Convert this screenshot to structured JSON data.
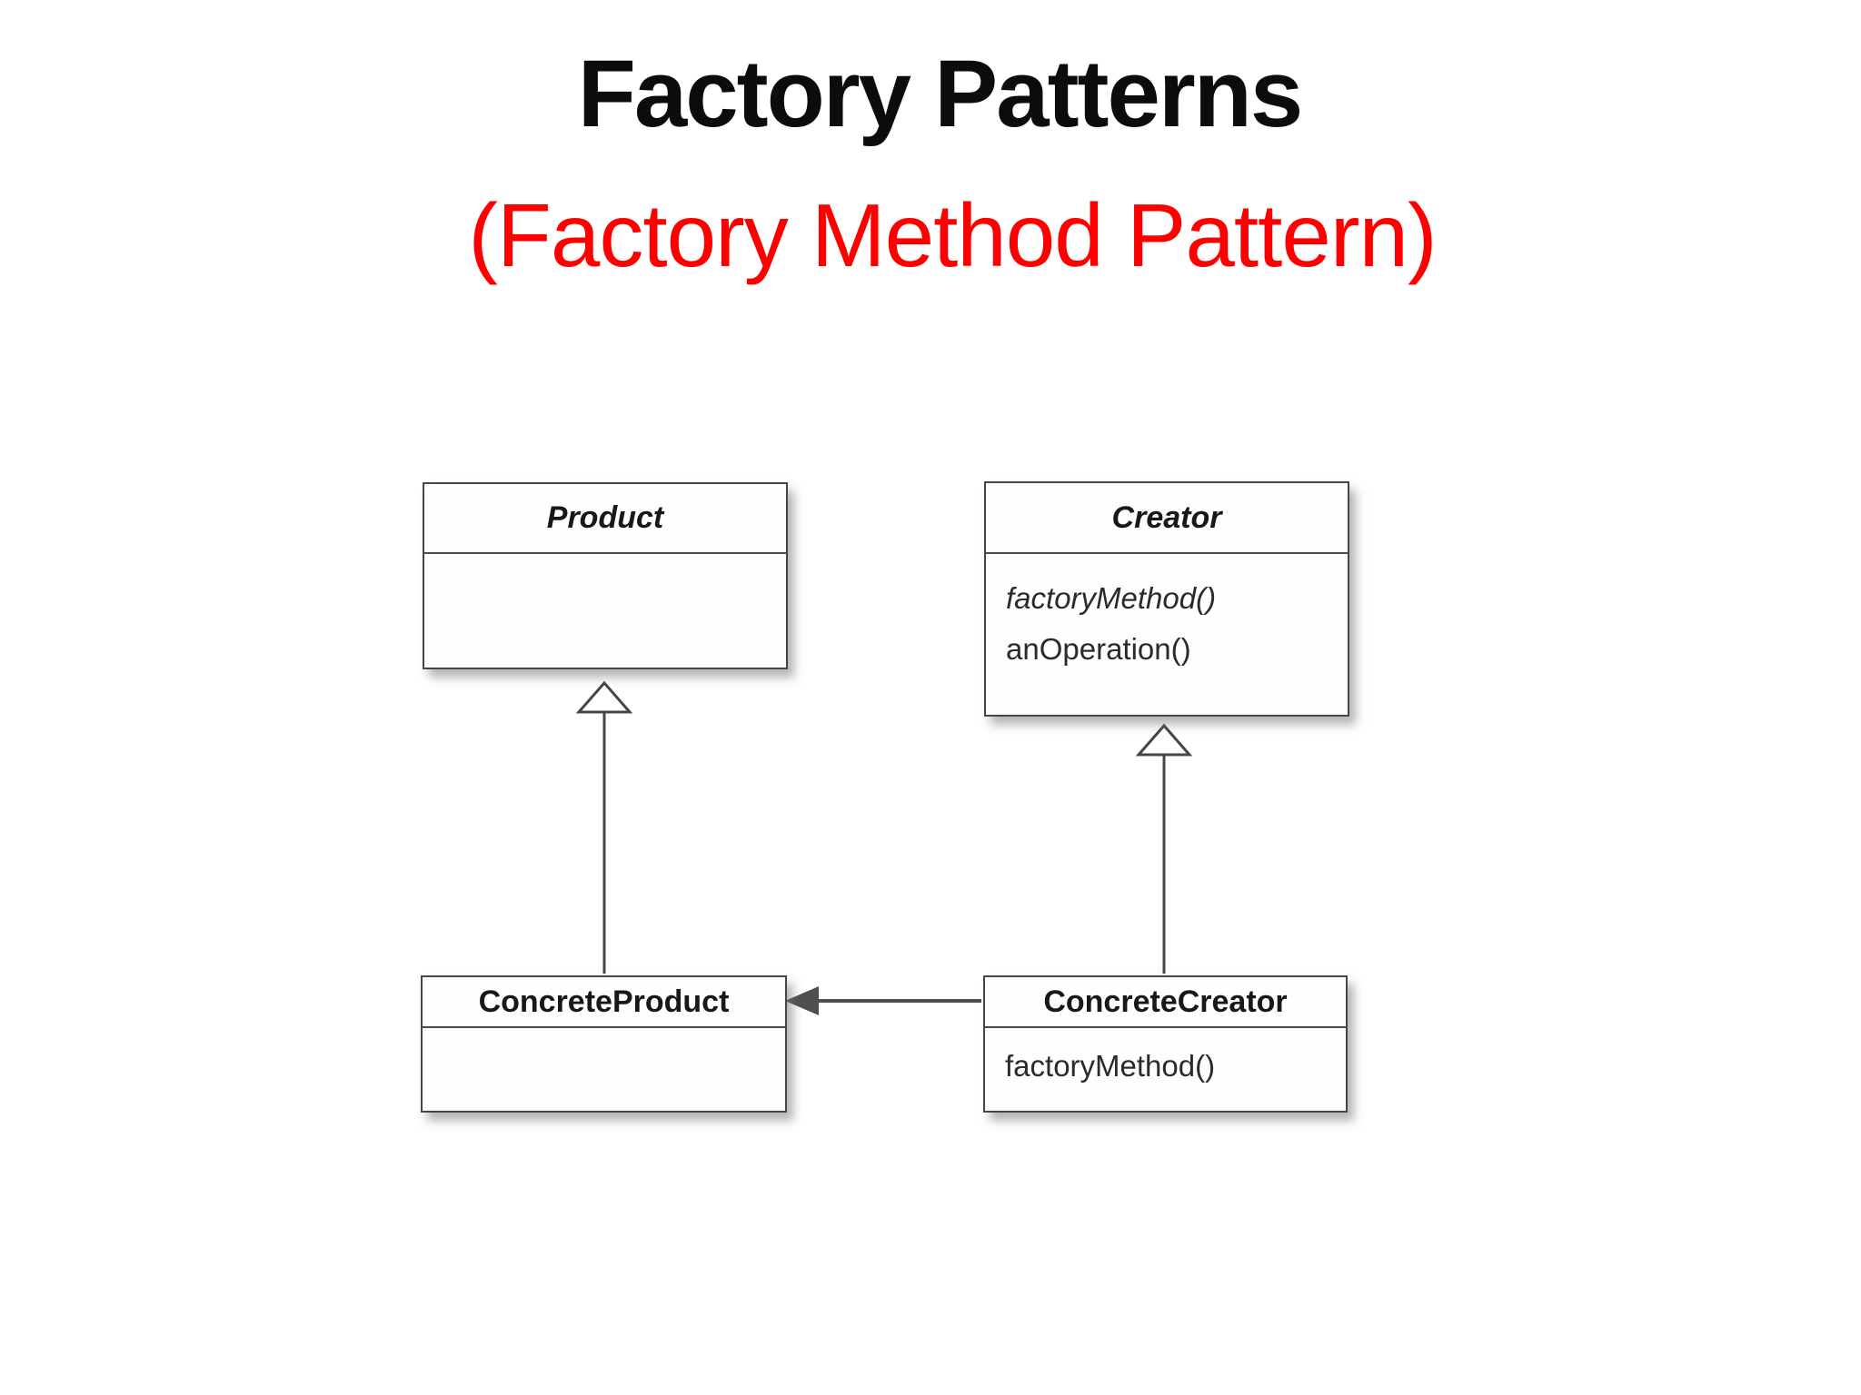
{
  "slide": {
    "title": "Factory Patterns",
    "subtitle": "(Factory Method Pattern)",
    "title_color": "#0c0c0c",
    "subtitle_color": "#fe0000"
  },
  "diagram": {
    "line_color": "#454545",
    "arrowhead_color": "#4f4f4f",
    "box_background": "#fefefe",
    "classes": [
      {
        "name": "Product",
        "abstract": true,
        "methods": []
      },
      {
        "name": "Creator",
        "abstract": true,
        "methods": [
          {
            "label": "factoryMethod()",
            "italic": true
          },
          {
            "label": "anOperation()",
            "italic": false
          }
        ]
      },
      {
        "name": "ConcreteProduct",
        "abstract": false,
        "methods": []
      },
      {
        "name": "ConcreteCreator",
        "abstract": false,
        "methods": [
          {
            "label": "factoryMethod()",
            "italic": false
          }
        ]
      }
    ],
    "relations": [
      {
        "type": "generalization",
        "from": "ConcreteProduct",
        "to": "Product"
      },
      {
        "type": "generalization",
        "from": "ConcreteCreator",
        "to": "Creator"
      },
      {
        "type": "association",
        "from": "ConcreteCreator",
        "to": "ConcreteProduct"
      }
    ]
  }
}
